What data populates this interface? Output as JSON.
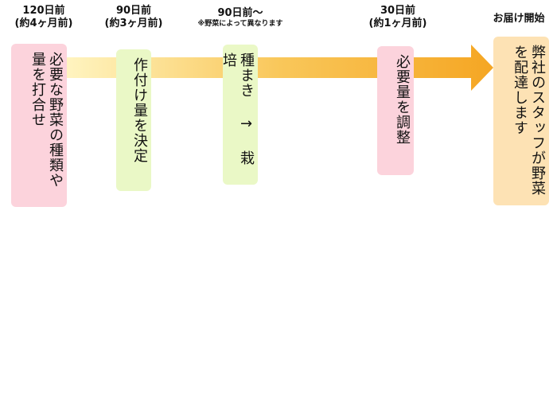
{
  "stages": [
    {
      "time": "120日前",
      "approx": "(約4ヶ月前)",
      "card": "必要な野菜の種類や量を打合せ",
      "color": "#fcd3dc"
    },
    {
      "time": "90日前",
      "approx": "(約3ヶ月前)",
      "card": "作付け量を決定",
      "color": "#eaf8c6"
    },
    {
      "time": "90日前〜",
      "note": "※野菜によって異なります",
      "card": "種まき → 栽培",
      "color": "#eaf8c6"
    },
    {
      "time": "30日前",
      "approx": "(約1ヶ月前)",
      "card": "必要量を調整",
      "color": "#fcd3dc"
    },
    {
      "time": "お届け開始",
      "card": "弊社のスタッフが野菜を配達します",
      "color": "#fde2b4"
    }
  ],
  "arrow": {
    "start_color": "#fff2b8",
    "end_color": "#f5a623"
  }
}
